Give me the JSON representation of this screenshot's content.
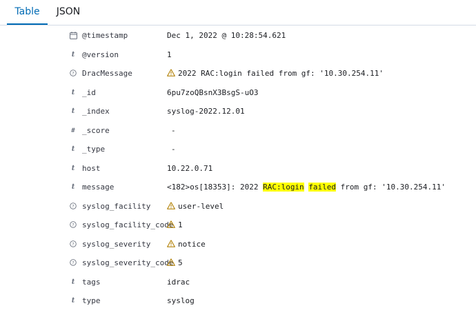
{
  "tabs": [
    {
      "label": "Table",
      "active": true
    },
    {
      "label": "JSON",
      "active": false
    }
  ],
  "colors": {
    "active_tab": "#006bb4",
    "highlight": "#ffff00",
    "warning_icon": "#b5850f"
  },
  "fields": [
    {
      "type_icon": "clock-icon",
      "name": "@timestamp",
      "value": "Dec 1, 2022 @ 10:28:54.621"
    },
    {
      "type_icon": "t",
      "name": "@version",
      "value": "1"
    },
    {
      "type_icon": "question-icon",
      "name": "DracMessage",
      "value": "2022 RAC:login failed from gf: '10.30.254.11'",
      "warning": true
    },
    {
      "type_icon": "t",
      "name": "_id",
      "value": "6pu7zoQBsnX3BsgS-uO3"
    },
    {
      "type_icon": "t",
      "name": "_index",
      "value": "syslog-2022.12.01"
    },
    {
      "type_icon": "#",
      "name": "_score",
      "value": "-"
    },
    {
      "type_icon": "t",
      "name": "_type",
      "value": "-"
    },
    {
      "type_icon": "t",
      "name": "host",
      "value": "10.22.0.71"
    },
    {
      "type_icon": "t",
      "name": "message",
      "value_parts": [
        "<182>os[18353]: 2022 ",
        "RAC:login",
        " ",
        "failed",
        " from gf: '10.30.254.11'"
      ]
    },
    {
      "type_icon": "question-icon",
      "name": "syslog_facility",
      "value": "user-level",
      "warning": true
    },
    {
      "type_icon": "question-icon",
      "name": "syslog_facility_code",
      "value": "1",
      "warning": true
    },
    {
      "type_icon": "question-icon",
      "name": "syslog_severity",
      "value": "notice",
      "warning": true
    },
    {
      "type_icon": "question-icon",
      "name": "syslog_severity_code",
      "value": "5",
      "warning": true
    },
    {
      "type_icon": "t",
      "name": "tags",
      "value": "idrac"
    },
    {
      "type_icon": "t",
      "name": "type",
      "value": "syslog"
    }
  ]
}
